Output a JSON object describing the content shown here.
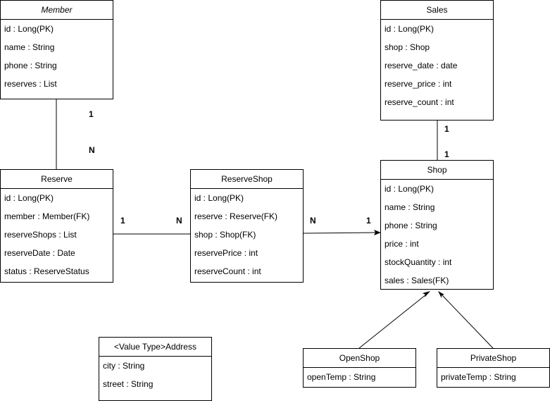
{
  "classes": {
    "member": {
      "name": "Member",
      "attrs": [
        "id : Long(PK)",
        "name : String",
        "phone : String",
        "reserves : List"
      ]
    },
    "reserve": {
      "name": "Reserve",
      "attrs": [
        "id : Long(PK)",
        "member : Member(FK)",
        "reserveShops : List",
        "reserveDate : Date",
        "status : ReserveStatus"
      ]
    },
    "reserve_shop": {
      "name": "ReserveShop",
      "attrs": [
        "id : Long(PK)",
        "reserve : Reserve(FK)",
        "shop : Shop(FK)",
        "reservePrice : int",
        "reserveCount : int"
      ]
    },
    "sales": {
      "name": "Sales",
      "attrs": [
        "id : Long(PK)",
        "shop : Shop",
        "reserve_date : date",
        "reserve_price : int",
        "reserve_count : int"
      ]
    },
    "shop": {
      "name": "Shop",
      "attrs": [
        "id : Long(PK)",
        "name : String",
        "phone : String",
        "price : int",
        "stockQuantity : int",
        "sales : Sales(FK)"
      ]
    },
    "open_shop": {
      "name": "OpenShop",
      "attrs": [
        "openTemp : String"
      ]
    },
    "private_shop": {
      "name": "PrivateShop",
      "attrs": [
        "privateTemp : String"
      ]
    },
    "address": {
      "name": "<Value Type>Address",
      "attrs": [
        "city : String",
        "street : String"
      ]
    }
  },
  "multiplicities": {
    "member_reserve": [
      "1",
      "N"
    ],
    "reserve_reserveshop": [
      "1",
      "N"
    ],
    "reserveshop_shop": [
      "N",
      "1"
    ],
    "sales_shop": [
      "1",
      "1"
    ]
  }
}
